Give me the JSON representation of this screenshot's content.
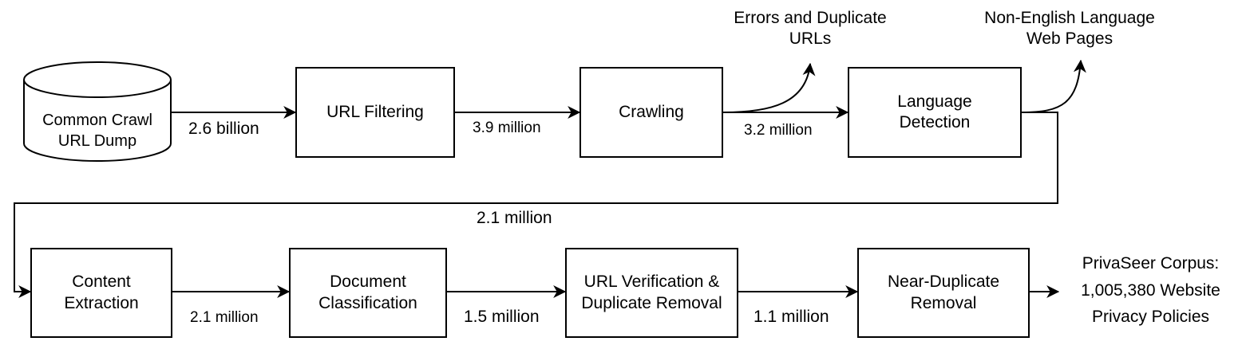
{
  "source": {
    "label": "Common Crawl\nURL Dump"
  },
  "row1": {
    "steps": [
      {
        "id": "url-filtering",
        "label": "URL Filtering"
      },
      {
        "id": "crawling",
        "label": "Crawling"
      },
      {
        "id": "language-detection",
        "label": "Language\nDetection"
      }
    ],
    "edges": [
      "2.6 billion",
      "3.9 million",
      "3.2 million"
    ]
  },
  "side_outputs": {
    "crawling": "Errors and Duplicate\nURLs",
    "language_detection": "Non-English Language\nWeb Pages"
  },
  "connector_label": "2.1 million",
  "row2": {
    "steps": [
      {
        "id": "content-extraction",
        "label": "Content\nExtraction"
      },
      {
        "id": "document-classification",
        "label": "Document\nClassification"
      },
      {
        "id": "url-verification",
        "label": "URL Verification &\nDuplicate Removal"
      },
      {
        "id": "near-duplicate-removal",
        "label": "Near-Duplicate\nRemoval"
      }
    ],
    "edges": [
      "2.1 million",
      "1.5 million",
      "1.1 million"
    ]
  },
  "output": {
    "label": "PrivaSeer Corpus:\n1,005,380 Website\nPrivacy Policies"
  }
}
